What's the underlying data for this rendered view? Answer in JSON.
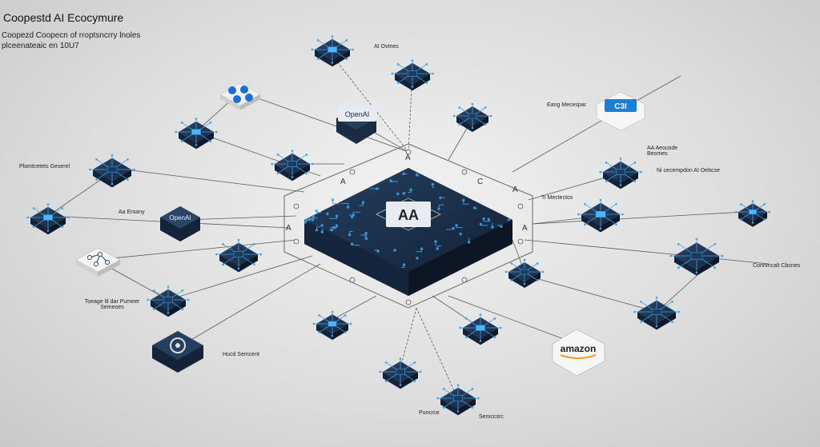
{
  "header": {
    "title": "Coopestd AI Ecocymure",
    "subtitle_line1": "Coopezd Coopecn of rroptsncrry lnoles",
    "subtitle_line2": "plceenateaic en 10U7"
  },
  "hub": {
    "chip_label": "AA",
    "ring_letters": [
      "A",
      "C",
      "A",
      "A",
      "A",
      "A"
    ]
  },
  "nodes": [
    {
      "id": "openai-top",
      "text": "OpenAI"
    },
    {
      "id": "openai-left",
      "text": "OpenAI"
    },
    {
      "id": "amazon",
      "text": "amazon"
    },
    {
      "id": "blue-logo",
      "text": "C3I"
    }
  ],
  "labels": [
    {
      "id": "ai-ovtnes",
      "text": "AI Ovtnes"
    },
    {
      "id": "eang-mecesper",
      "text": "Eang Mecespar"
    },
    {
      "id": "aa-aeousde",
      "text": "AA Aeousde Beomes"
    },
    {
      "id": "ni-cecempdon",
      "text": "Ni cecempdon AI Oebcse"
    },
    {
      "id": "ti-mectectos",
      "text": "Ti Mectectos"
    },
    {
      "id": "plomtcetets",
      "text": "Plomtcetets Geserel"
    },
    {
      "id": "aa-eroany",
      "text": "Aa Eroany"
    },
    {
      "id": "toeage",
      "text": "Toeage ltl dar Pumeer Semeoes"
    },
    {
      "id": "hucd",
      "text": "Hucd Semcent"
    },
    {
      "id": "conmcalt",
      "text": "Connmcalt Cbcnes"
    },
    {
      "id": "puncrce",
      "text": "Puncrce"
    },
    {
      "id": "bottom-right-c",
      "text": "Semccsrc"
    }
  ],
  "colors": {
    "hub_top": "#1b2d45",
    "hub_side": "#0f1a2a",
    "circuit": "#3aa3e8",
    "node_top": "#1f3350",
    "node_side": "#14223a",
    "line": "#555555",
    "blue_logo": "#1a7fd6",
    "amazon_orange": "#f0a020"
  }
}
